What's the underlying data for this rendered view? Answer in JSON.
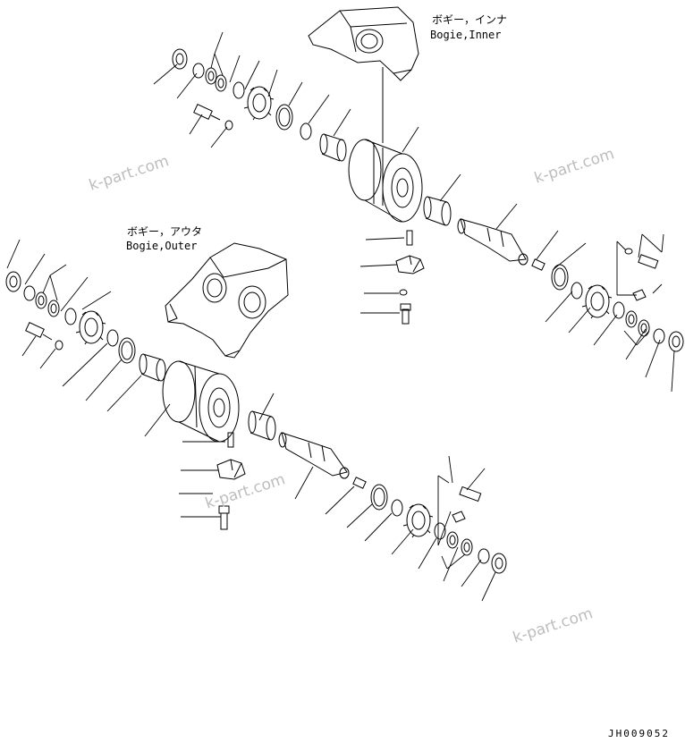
{
  "labels": {
    "inner_jp": "ボギー，インナ",
    "inner_en": "Bogie,Inner",
    "outer_jp": "ボギー，アウタ",
    "outer_en": "Bogie,Outer"
  },
  "watermark": "k-part.com",
  "drawing_code": "JH009052"
}
